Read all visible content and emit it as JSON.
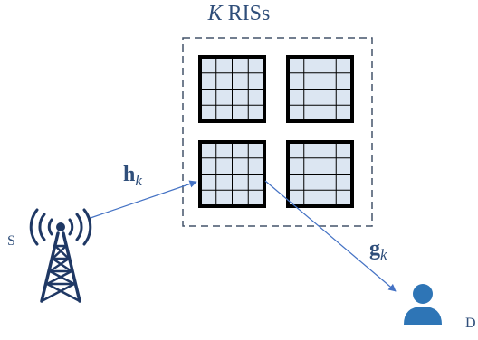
{
  "title": {
    "k": "K",
    "rest": " RISs"
  },
  "labels": {
    "h_vec": "h",
    "h_sub": "k",
    "g_vec": "g",
    "g_sub": "k",
    "source": "S",
    "destination": "D"
  },
  "ris": {
    "count": 4,
    "grid_rows": 4,
    "grid_cols": 4
  },
  "colors": {
    "accent": "#4472c4",
    "text": "#2f4e7a",
    "ris_fill": "#dce6f2",
    "ris_border": "#000000",
    "dashed_box": "#44546a",
    "tower": "#1f3864",
    "user": "#2e75b6"
  },
  "icons": {
    "source": "cell-tower-icon",
    "destination": "user-icon"
  }
}
